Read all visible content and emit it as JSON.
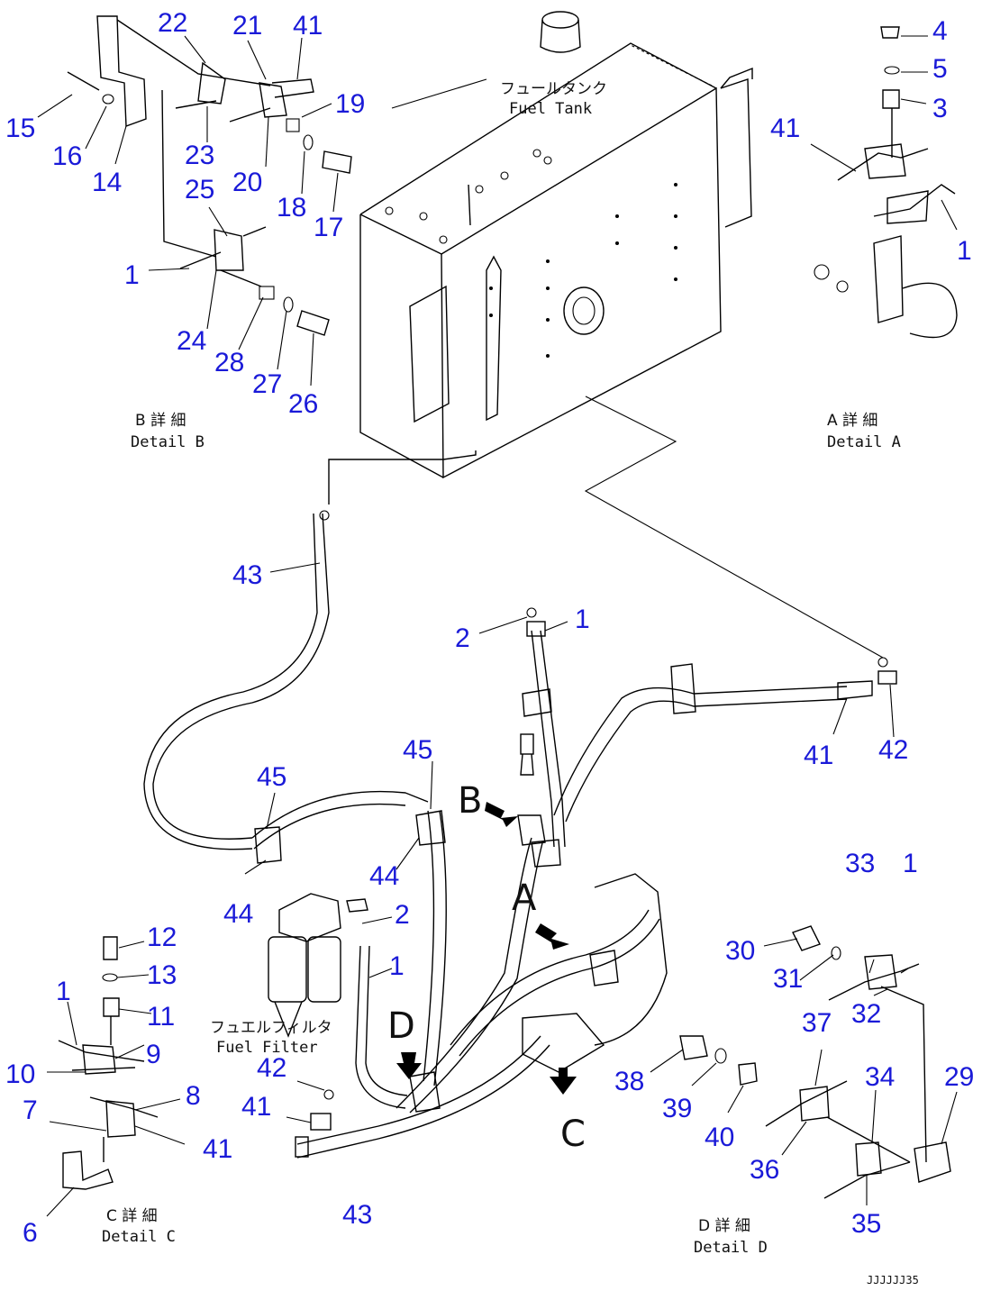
{
  "labels": {
    "fuel_tank_jp": "フュールタンク",
    "fuel_tank_en": "Fuel Tank",
    "fuel_filter_jp": "フュエルフィルタ",
    "fuel_filter_en": "Fuel Filter",
    "detail_a_jp": "A 詳 細",
    "detail_a_en": "Detail A",
    "detail_b_jp": "B 詳 細",
    "detail_b_en": "Detail B",
    "detail_c_jp": "C 詳 細",
    "detail_c_en": "Detail C",
    "detail_d_jp": "D 詳 細",
    "detail_d_en": "Detail D",
    "view_a": "A",
    "view_b": "B",
    "view_c": "C",
    "view_d": "D",
    "drawing_code": "JJJJJJ35"
  },
  "parts": [
    {
      "id": "p22",
      "label": "22"
    },
    {
      "id": "p21",
      "label": "21"
    },
    {
      "id": "p41a",
      "label": "41"
    },
    {
      "id": "p19",
      "label": "19"
    },
    {
      "id": "p15",
      "label": "15"
    },
    {
      "id": "p16",
      "label": "16"
    },
    {
      "id": "p14",
      "label": "14"
    },
    {
      "id": "p23",
      "label": "23"
    },
    {
      "id": "p20",
      "label": "20"
    },
    {
      "id": "p18",
      "label": "18"
    },
    {
      "id": "p17",
      "label": "17"
    },
    {
      "id": "p25",
      "label": "25"
    },
    {
      "id": "p1a",
      "label": "1"
    },
    {
      "id": "p24",
      "label": "24"
    },
    {
      "id": "p28",
      "label": "28"
    },
    {
      "id": "p27",
      "label": "27"
    },
    {
      "id": "p26",
      "label": "26"
    },
    {
      "id": "p4",
      "label": "4"
    },
    {
      "id": "p5",
      "label": "5"
    },
    {
      "id": "p3",
      "label": "3"
    },
    {
      "id": "p41b",
      "label": "41"
    },
    {
      "id": "p1b",
      "label": "1"
    },
    {
      "id": "p43a",
      "label": "43"
    },
    {
      "id": "p2a",
      "label": "2"
    },
    {
      "id": "p1c",
      "label": "1"
    },
    {
      "id": "p41c",
      "label": "41"
    },
    {
      "id": "p42a",
      "label": "42"
    },
    {
      "id": "p45a",
      "label": "45"
    },
    {
      "id": "p45b",
      "label": "45"
    },
    {
      "id": "p44a",
      "label": "44"
    },
    {
      "id": "p44b",
      "label": "44"
    },
    {
      "id": "p2b",
      "label": "2"
    },
    {
      "id": "p1d",
      "label": "1"
    },
    {
      "id": "p12",
      "label": "12"
    },
    {
      "id": "p13",
      "label": "13"
    },
    {
      "id": "p1e",
      "label": "1"
    },
    {
      "id": "p11",
      "label": "11"
    },
    {
      "id": "p9",
      "label": "9"
    },
    {
      "id": "p10",
      "label": "10"
    },
    {
      "id": "p7",
      "label": "7"
    },
    {
      "id": "p8",
      "label": "8"
    },
    {
      "id": "p41d",
      "label": "41"
    },
    {
      "id": "p6",
      "label": "6"
    },
    {
      "id": "p42b",
      "label": "42"
    },
    {
      "id": "p41e",
      "label": "41"
    },
    {
      "id": "p43b",
      "label": "43"
    },
    {
      "id": "p33",
      "label": "33"
    },
    {
      "id": "p1f",
      "label": "1"
    },
    {
      "id": "p30",
      "label": "30"
    },
    {
      "id": "p31",
      "label": "31"
    },
    {
      "id": "p32",
      "label": "32"
    },
    {
      "id": "p37",
      "label": "37"
    },
    {
      "id": "p38",
      "label": "38"
    },
    {
      "id": "p39",
      "label": "39"
    },
    {
      "id": "p40",
      "label": "40"
    },
    {
      "id": "p34",
      "label": "34"
    },
    {
      "id": "p29",
      "label": "29"
    },
    {
      "id": "p36",
      "label": "36"
    },
    {
      "id": "p35",
      "label": "35"
    }
  ]
}
